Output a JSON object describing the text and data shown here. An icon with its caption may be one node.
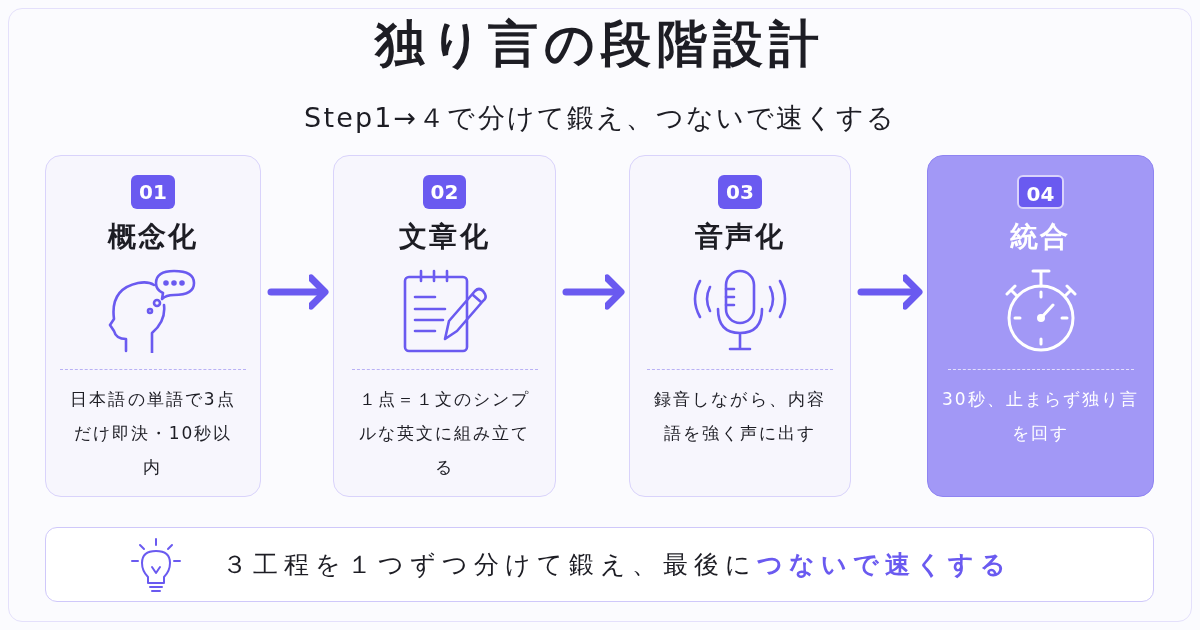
{
  "diagram": {
    "title": "独り言の段階設計",
    "nodes": [
      {
        "text": [
          "01",
          "概念化",
          "日本語の単語で3点だけ即決・10秒以内"
        ]
      },
      {
        "text": [
          "02",
          "文章化",
          "１点＝１文のシンプルな英文に組み立てる"
        ]
      },
      {
        "text": [
          "03",
          "音声化",
          "録音しながら、内容語を強く声に出す"
        ]
      },
      {
        "text": [
          "04",
          "統合",
          "30秒、止まらず独り言を回す"
        ]
      },
      {
        "text": [
          "３工程を１つずつ分けて鍛え、最後に**つないで速くする**"
        ]
      }
    ],
    "edges": [
      {
        "from": 0,
        "to": 1,
        "arrow": "to"
      },
      {
        "from": 1,
        "to": 2,
        "arrow": "to"
      },
      {
        "from": 2,
        "to": 3,
        "arrow": "to"
      }
    ],
    "labels": [
      "Step1→４で分けて鍛え、つないで速くする"
    ]
  }
}
